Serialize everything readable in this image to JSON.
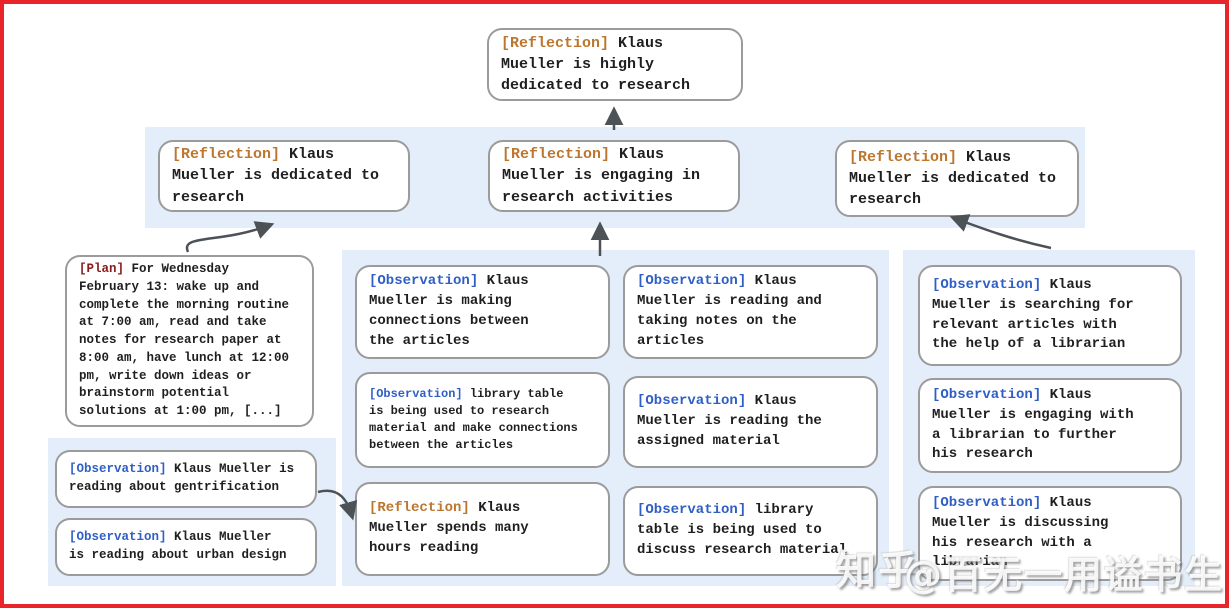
{
  "colors": {
    "frame": "#e8252a",
    "reflection_tag": "#bc762e",
    "plan_tag": "#8b1a1a",
    "observation_tag": "#2f5fc4",
    "panel_bg": "#e4eefa",
    "box_border": "#9b9b9b",
    "arrow": "#4d5257"
  },
  "watermark": {
    "site": "知乎",
    "user": "@百无一用谥书生"
  },
  "nodes": {
    "root": {
      "tag": "[Reflection]",
      "text": "Klaus\nMueller is highly\ndedicated to research"
    },
    "level2": [
      {
        "tag": "[Reflection]",
        "text": "Klaus\nMueller is dedicated to\nresearch"
      },
      {
        "tag": "[Reflection]",
        "text": "Klaus\nMueller is engaging in\nresearch activities"
      },
      {
        "tag": "[Reflection]",
        "text": "Klaus\nMueller is dedicated to\nresearch"
      }
    ],
    "plan": {
      "tag": "[Plan]",
      "text": "For Wednesday\nFebruary 13: wake up and\ncomplete the morning routine\nat 7:00 am, read and take\nnotes for research paper at\n8:00 am, have lunch at 12:00\npm, write down ideas or\nbrainstorm potential\nsolutions at 1:00 pm, [...]"
    },
    "left_group": [
      {
        "tag": "[Observation]",
        "text": "Klaus Mueller is\nreading about gentrification"
      },
      {
        "tag": "[Observation]",
        "text": "Klaus Mueller\nis reading about urban design"
      }
    ],
    "middle_col1": [
      {
        "tag": "[Observation]",
        "text": "Klaus\nMueller is making\nconnections between\nthe articles"
      },
      {
        "tag": "[Observation]",
        "text": "library table\nis being used to research\nmaterial and make connections\nbetween the articles"
      },
      {
        "tag": "[Reflection]",
        "text": "Klaus\nMueller spends many\nhours reading"
      }
    ],
    "middle_col2": [
      {
        "tag": "[Observation]",
        "text": "Klaus\nMueller is reading and\ntaking notes on the\narticles"
      },
      {
        "tag": "[Observation]",
        "text": "Klaus\nMueller is reading the\nassigned material"
      },
      {
        "tag": "[Observation]",
        "text": "library\ntable is being used to\ndiscuss research material"
      }
    ],
    "right_group": [
      {
        "tag": "[Observation]",
        "text": "Klaus\nMueller is searching for\nrelevant articles with\nthe help of a librarian"
      },
      {
        "tag": "[Observation]",
        "text": "Klaus\nMueller is engaging with\na librarian to further\nhis research"
      },
      {
        "tag": "[Observation]",
        "text": "Klaus\nMueller is discussing\nhis research with a\nlibrarian"
      }
    ]
  }
}
